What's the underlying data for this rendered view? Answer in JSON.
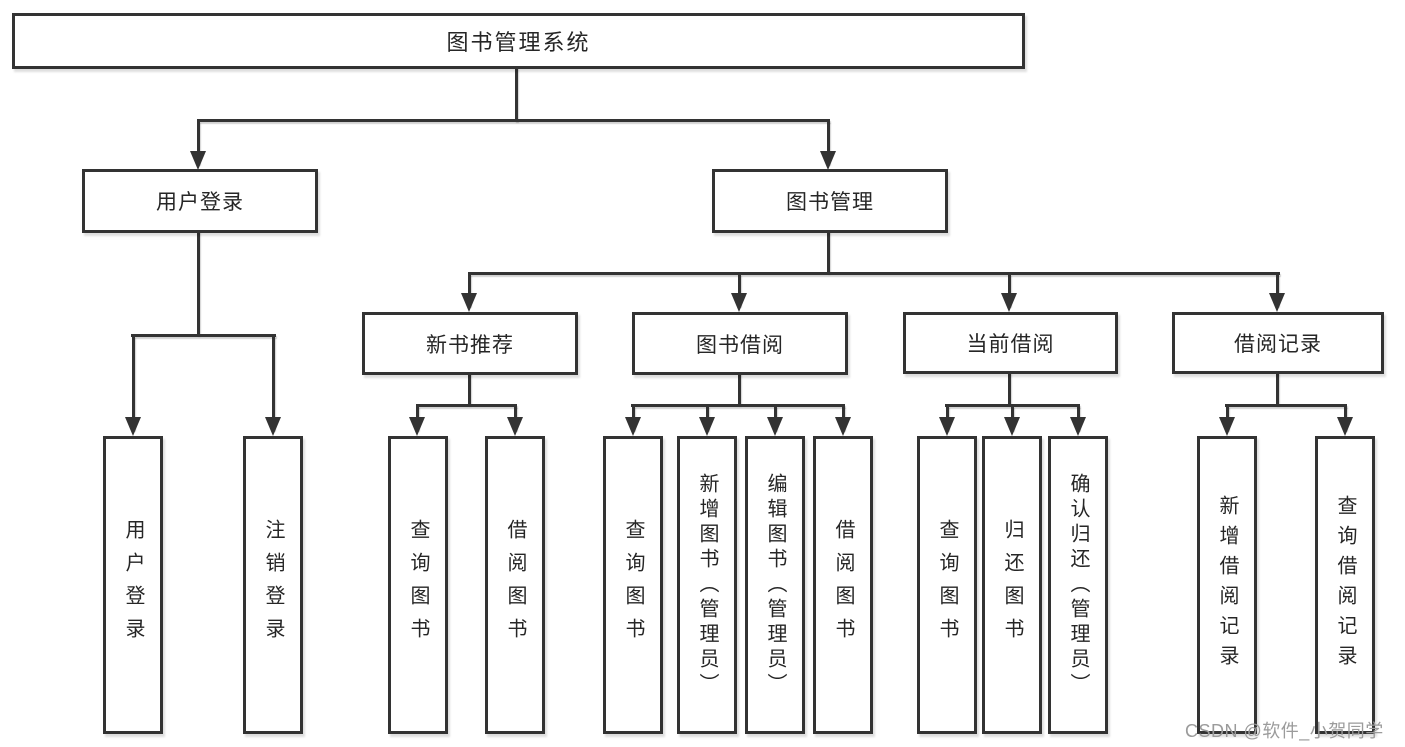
{
  "colors": {
    "line": "#333333",
    "text": "#262626",
    "background": "#ffffff",
    "watermark": "#9b9b9b"
  },
  "nodes": {
    "root": "图书管理系统",
    "l2": [
      "用户登录",
      "图书管理"
    ],
    "l3": [
      "新书推荐",
      "图书借阅",
      "当前借阅",
      "借阅记录"
    ],
    "l4": [
      "用户登录",
      "注销登录",
      "查询图书",
      "借阅图书",
      "查询图书",
      "新增图书（管理员）",
      "编辑图书（管理员）",
      "借阅图书",
      "查询图书",
      "归还图书",
      "确认归还（管理员）",
      "新增借阅记录",
      "查询借阅记录"
    ]
  },
  "watermark": {
    "text": "CSDN @软件_小贺同学"
  }
}
